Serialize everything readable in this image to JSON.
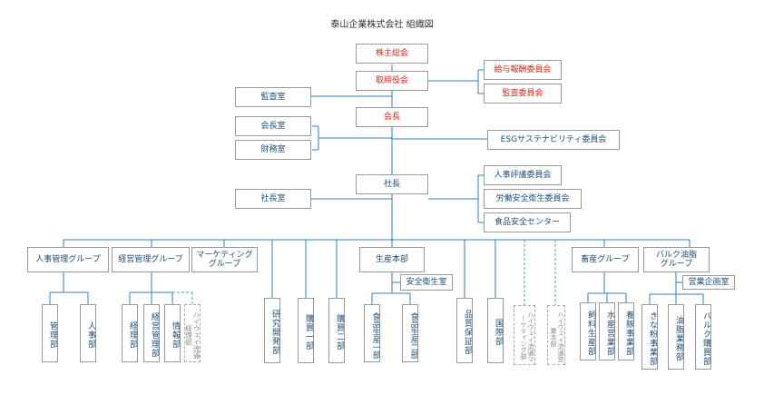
{
  "title": "泰山企業株式会社 組織図",
  "colors": {
    "line": "#2f7fbf",
    "text_blue": "#1f4e79",
    "text_red": "#d42a1a",
    "border": "#9a9a9a"
  },
  "nodes": {
    "shareholders": "株主総会",
    "board": "取締役会",
    "comp_committee": "給与報酬委員会",
    "audit_committee": "監査委員会",
    "audit_office": "監査室",
    "chairman": "会長",
    "chairman_office": "会長室",
    "finance": "財務室",
    "esg": "ESGサステナビリティ委員会",
    "president": "社長",
    "president_office": "社長室",
    "hr_review": "人事評議委員会",
    "labor_safety": "労働安全衛生委員会",
    "food_safety": "食品安全センター",
    "hr_group": "人事管理グループ",
    "mgmt_group": "経営管理グループ",
    "marketing_group": "マーケティング\nグループ",
    "production_hq": "生産本部",
    "safety_office": "安全衛生室",
    "livestock_group": "畜産グループ",
    "bulk_group": "バルク油脂\nグループ",
    "sales_planning": "営業企画室",
    "admin_dept": "管理部",
    "personnel_dept": "人事部",
    "accounting_dept": "経理部",
    "mgmt_admin_dept": "経営管理部",
    "info_dept": "情報部",
    "hiway_accounting": "ハイウェイ流通経理部",
    "rnd_dept": "研究開発部",
    "purchase1": "購買一部",
    "purchase2": "購買二部",
    "food_prod1": "食品生産一部",
    "food_prod2": "食品生産二部",
    "qa_dept": "品質保証部",
    "intl_dept": "国際部",
    "hiway_marketing": "ハイウェイ流通マーケティング部",
    "hiway_sales": "ハイウェイ流通営業本部",
    "feed_prod": "飼料生産部",
    "aqua_sales": "水産営業部",
    "swine_dept": "養豚事業部",
    "flour_dept": "きな粉事業部",
    "oil_dept": "油脂業務部",
    "bulk_purchase": "バルク購買部"
  }
}
